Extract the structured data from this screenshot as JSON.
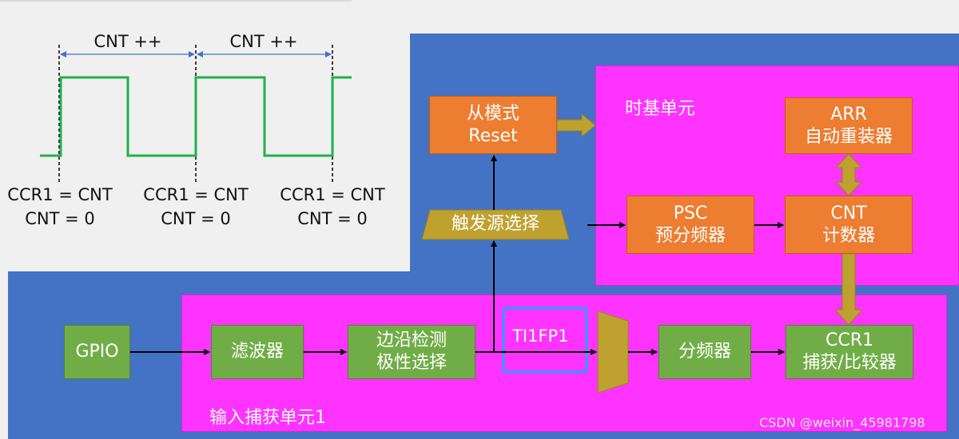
{
  "waveform": {
    "cnt_labels": [
      "CNT ++",
      "CNT ++"
    ],
    "reset_labels": [
      {
        "line1": "CCR1 = CNT",
        "line2": "CNT = 0"
      },
      {
        "line1": "CCR1 = CNT",
        "line2": "CNT = 0"
      },
      {
        "line1": "CCR1 = CNT",
        "line2": "CNT = 0"
      }
    ],
    "signal_color": "#22b14c"
  },
  "timebase": {
    "title": "时基单元",
    "arr": {
      "line1": "ARR",
      "line2": "自动重装器"
    },
    "psc": {
      "line1": "PSC",
      "line2": "预分频器"
    },
    "cnt": {
      "line1": "CNT",
      "line2": "计数器"
    }
  },
  "slave_mode": {
    "line1": "从模式",
    "line2": "Reset"
  },
  "trigger_select": "触发源选择",
  "input_capture": {
    "title": "输入捕获单元1",
    "gpio": "GPIO",
    "filter": "滤波器",
    "edge": {
      "line1": "边沿检测",
      "line2": "极性选择"
    },
    "ti1fp1": "TI1FP1",
    "divider": "分频器",
    "ccr1": {
      "line1": "CCR1",
      "line2": "捕获/比较器"
    }
  },
  "colors": {
    "panel_blue": "#4472c4",
    "region_magenta": "#ff33ff",
    "block_orange": "#ed7d31",
    "block_green": "#70ad47",
    "mux_olive": "#bfa130",
    "highlight": "#1fa2ff"
  },
  "watermark": "CSDN @weixin_45981798"
}
